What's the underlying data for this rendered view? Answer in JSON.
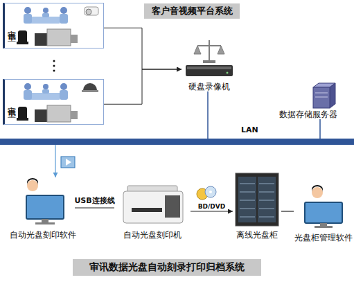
{
  "diagram": {
    "title": "客户音视频平台系统",
    "caption": "审讯数据光盘自动刻录打印归档系统",
    "nodes": [
      {
        "text": [
          "审讯室"
        ]
      },
      {
        "text": [
          "审讯室"
        ]
      },
      {
        "text": [
          "硬盘录像机"
        ]
      },
      {
        "text": [
          "数据存储服务器"
        ]
      },
      {
        "text": [
          "LAN"
        ]
      },
      {
        "text": [
          "自动光盘刻印软件"
        ]
      },
      {
        "text": [
          "自动光盘刻印机"
        ]
      },
      {
        "text": [
          "离线光盘柜"
        ]
      },
      {
        "text": [
          "光盘柜管理软件"
        ]
      }
    ],
    "edges": [
      {
        "from": 0,
        "to": 2,
        "arrow": "to"
      },
      {
        "from": 1,
        "to": 2,
        "arrow": "to"
      },
      {
        "from": 2,
        "to": 4,
        "arrow": "none"
      },
      {
        "from": 3,
        "to": 4,
        "arrow": "none"
      },
      {
        "from": 4,
        "to": 5,
        "arrow": "to"
      },
      {
        "from": 5,
        "to": 6,
        "arrow": "none",
        "label": "USB连接线"
      },
      {
        "from": 6,
        "to": 7,
        "arrow": "to",
        "label": "BD/DVD"
      },
      {
        "from": 7,
        "to": 8,
        "arrow": "none"
      }
    ]
  }
}
